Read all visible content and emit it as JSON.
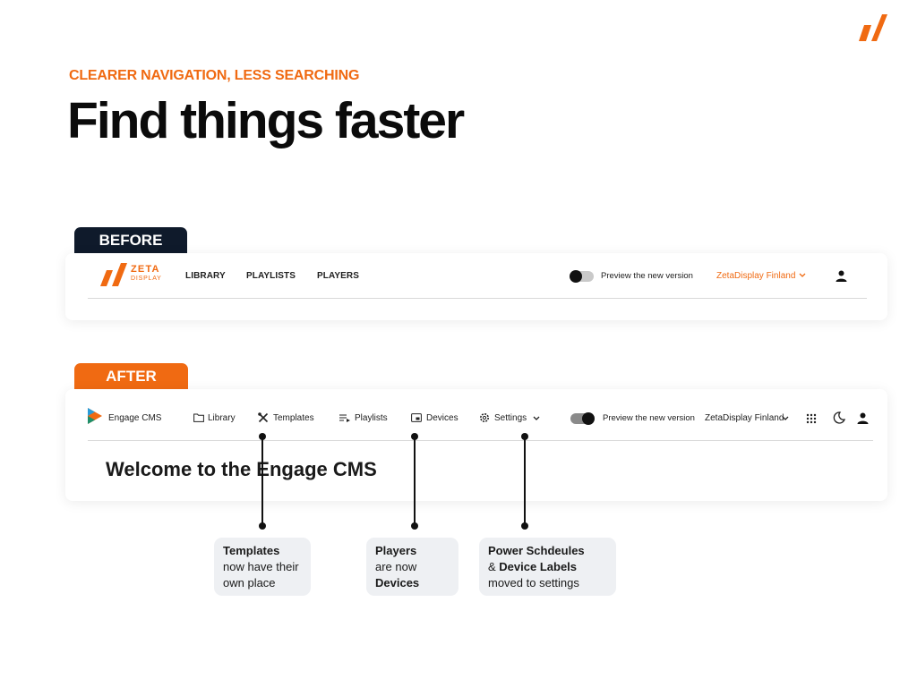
{
  "eyebrow": "CLEARER NAVIGATION, LESS SEARCHING",
  "headline": "Find things faster",
  "colors": {
    "accent": "#f06a12",
    "dark_tab": "#0f1a2b"
  },
  "before": {
    "tab_label": "BEFORE",
    "logo_top": "ZETA",
    "logo_bottom": "DISPLAY",
    "nav": [
      "LIBRARY",
      "PLAYLISTS",
      "PLAYERS"
    ],
    "preview_label": "Preview the new version",
    "org": "ZetaDisplay Finland",
    "icons": [
      "zeta-logo-icon",
      "toggle-off",
      "chevron-down-icon",
      "user-icon"
    ]
  },
  "after": {
    "tab_label": "AFTER",
    "app_name": "Engage CMS",
    "nav": {
      "library": "Library",
      "templates": "Templates",
      "playlists": "Playlists",
      "devices": "Devices",
      "settings": "Settings"
    },
    "preview_label": "Preview the new version",
    "org": "ZetaDisplay Finland",
    "welcome": "Welcome to the Engage CMS",
    "icons": [
      "play-logo-icon",
      "folder-icon",
      "tools-icon",
      "playlist-icon",
      "device-icon",
      "gear-icon",
      "toggle-on",
      "apps-grid-icon",
      "moon-icon",
      "user-icon"
    ]
  },
  "callouts": [
    {
      "line1_bold": "Templates",
      "line2": "now have their",
      "line3": "own place"
    },
    {
      "line1_bold": "Players",
      "line2": "are now",
      "line3_bold": "Devices"
    },
    {
      "line1_bold": "Power Schdeules",
      "line2_prefix": "& ",
      "line2_bold": "Device Labels",
      "line3": "moved to settings"
    }
  ]
}
